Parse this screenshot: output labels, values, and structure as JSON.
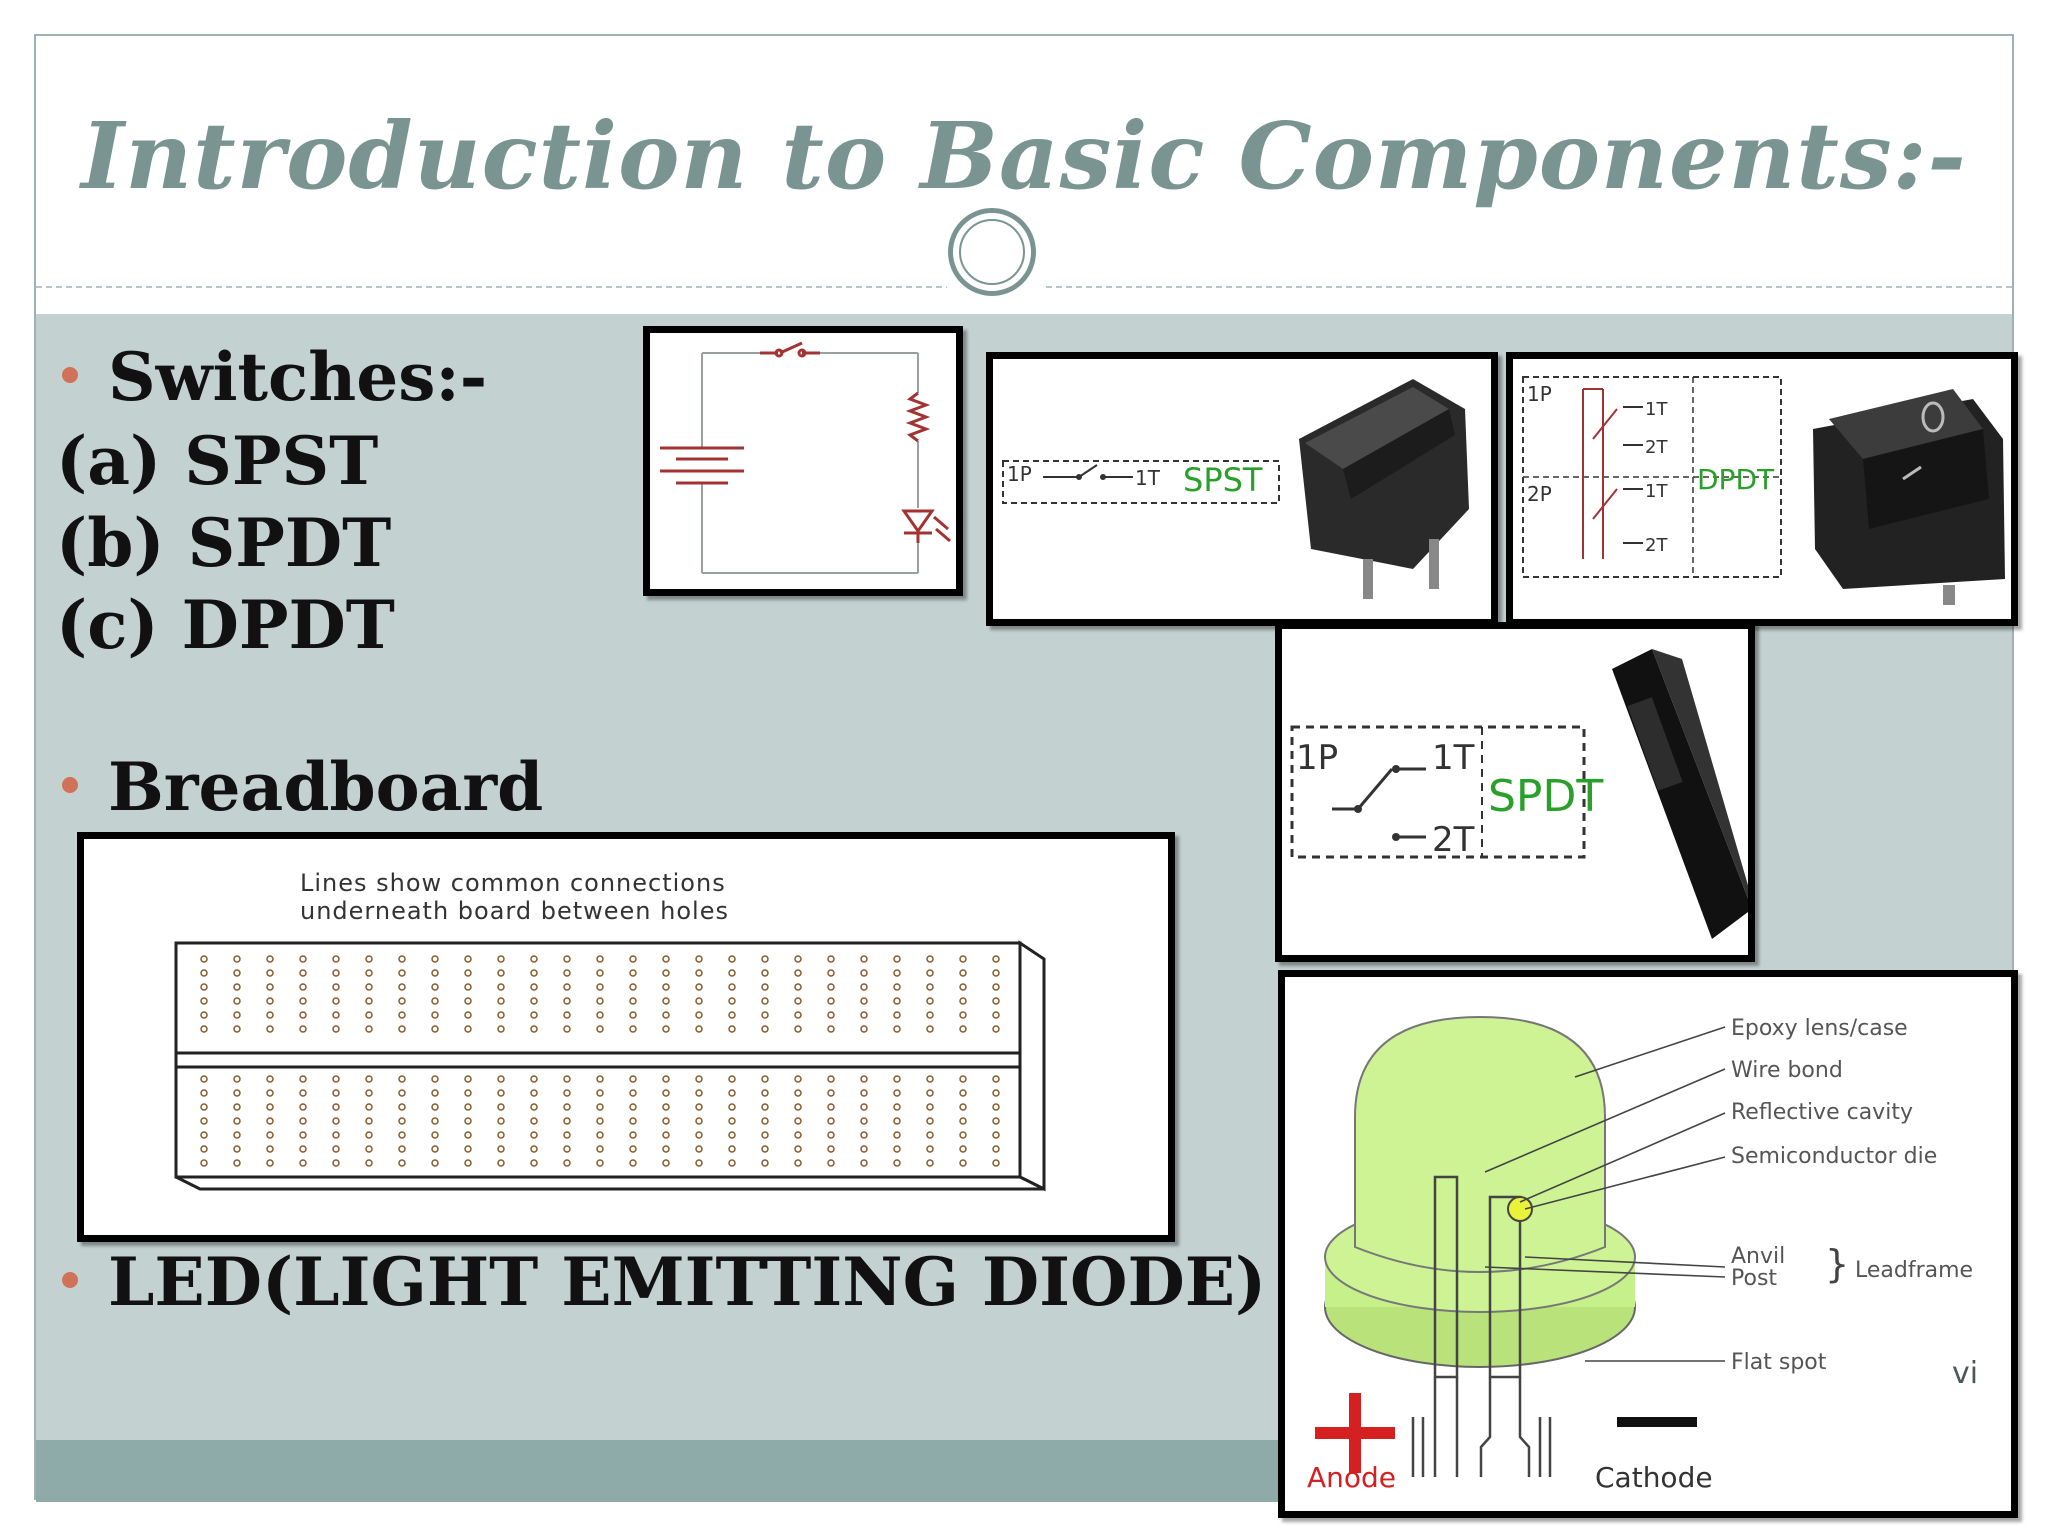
{
  "title": "Introduction to Basic Components:-",
  "bullets": {
    "switches": "Switches:-",
    "switch_types": [
      "(a) SPST",
      "(b) SPDT",
      "(c) DPDT"
    ],
    "breadboard": "Breadboard",
    "led": "LED(LIGHT EMITTING DIODE)"
  },
  "images": {
    "spst_box": {
      "pole": "1P",
      "throw": "1T",
      "label": "SPST"
    },
    "dpdt_box": {
      "pole1": "1P",
      "pole2": "2P",
      "t1a": "1T",
      "t2a": "2T",
      "t1b": "1T",
      "t2b": "2T",
      "label": "DPDT"
    },
    "spdt_box": {
      "pole": "1P",
      "t1": "1T",
      "t2": "2T",
      "label": "SPDT"
    },
    "breadboard_caption": [
      "Lines show common connections",
      "underneath board between holes"
    ],
    "led_labels": {
      "epoxy": "Epoxy lens/case",
      "wire": "Wire bond",
      "cavity": "Reflective cavity",
      "die": "Semiconductor die",
      "anvil": "Anvil",
      "post": "Post",
      "leadframe": "Leadframe",
      "flat": "Flat spot",
      "anode": "Anode",
      "cathode": "Cathode"
    }
  },
  "slide_number": "vi",
  "colors": {
    "title": "#7a9591",
    "body_bg": "#c4d1d1",
    "footer": "#8eaaa9",
    "bullet": "#d07257",
    "circuit": "#a33333",
    "led_green": "#c6f08a",
    "switch_green": "#2aa02a"
  }
}
